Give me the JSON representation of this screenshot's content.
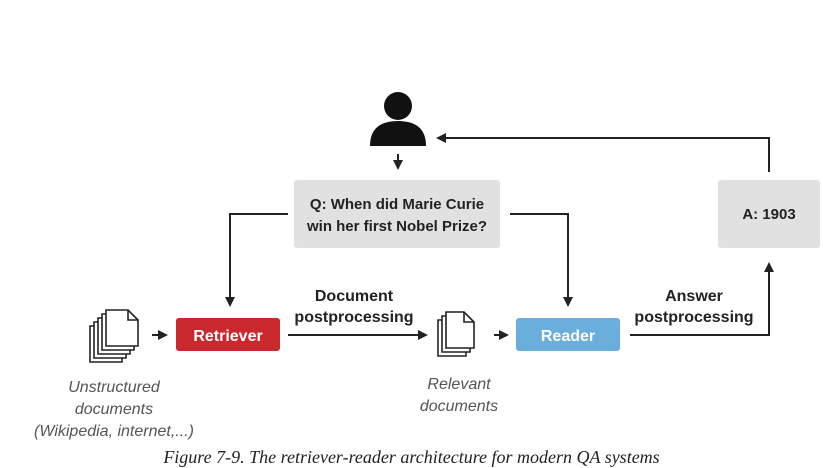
{
  "question": {
    "line1": "Q: When did Marie Curie",
    "line2": "win her first Nobel Prize?"
  },
  "answer": {
    "text": "A: 1903"
  },
  "retriever": {
    "label": "Retriever",
    "color": "#c8282e"
  },
  "reader": {
    "label": "Reader",
    "color": "#6aaedb"
  },
  "doc_postprocessing": {
    "line1": "Document",
    "line2": "postprocessing"
  },
  "answer_postprocessing": {
    "line1": "Answer",
    "line2": "postprocessing"
  },
  "unstructured_docs": {
    "line1": "Unstructured",
    "line2": "documents",
    "line3": "(Wikipedia, internet,...)"
  },
  "relevant_docs": {
    "line1": "Relevant",
    "line2": "documents"
  },
  "figure_caption": "Figure 7-9. The retriever-reader architecture for modern QA systems",
  "colors": {
    "box_fill": "#e1e1e1",
    "arrow": "#222222"
  },
  "icons": [
    "user-icon",
    "document-stack-icon",
    "documents-icon"
  ]
}
